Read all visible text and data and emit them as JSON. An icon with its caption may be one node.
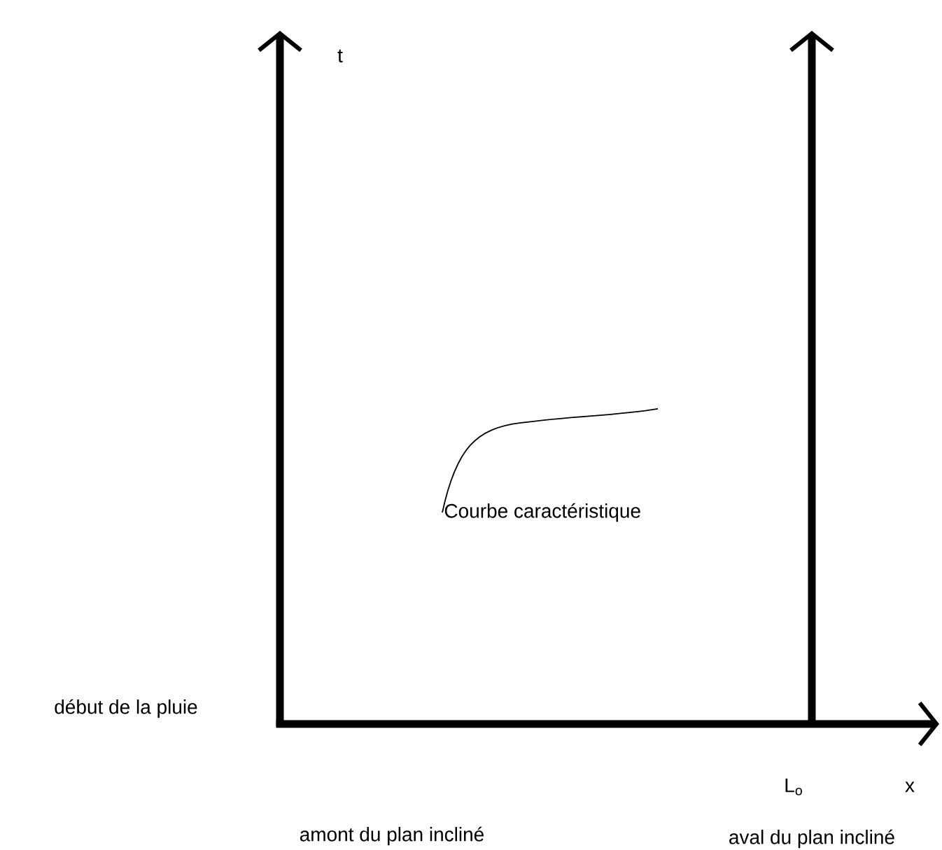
{
  "diagram": {
    "labels": [
      "t",
      "Courbe caractéristique",
      "début de la pluie",
      "L$_{o}$",
      "x",
      "amont du plan incliné",
      "aval du plan incliné"
    ]
  }
}
